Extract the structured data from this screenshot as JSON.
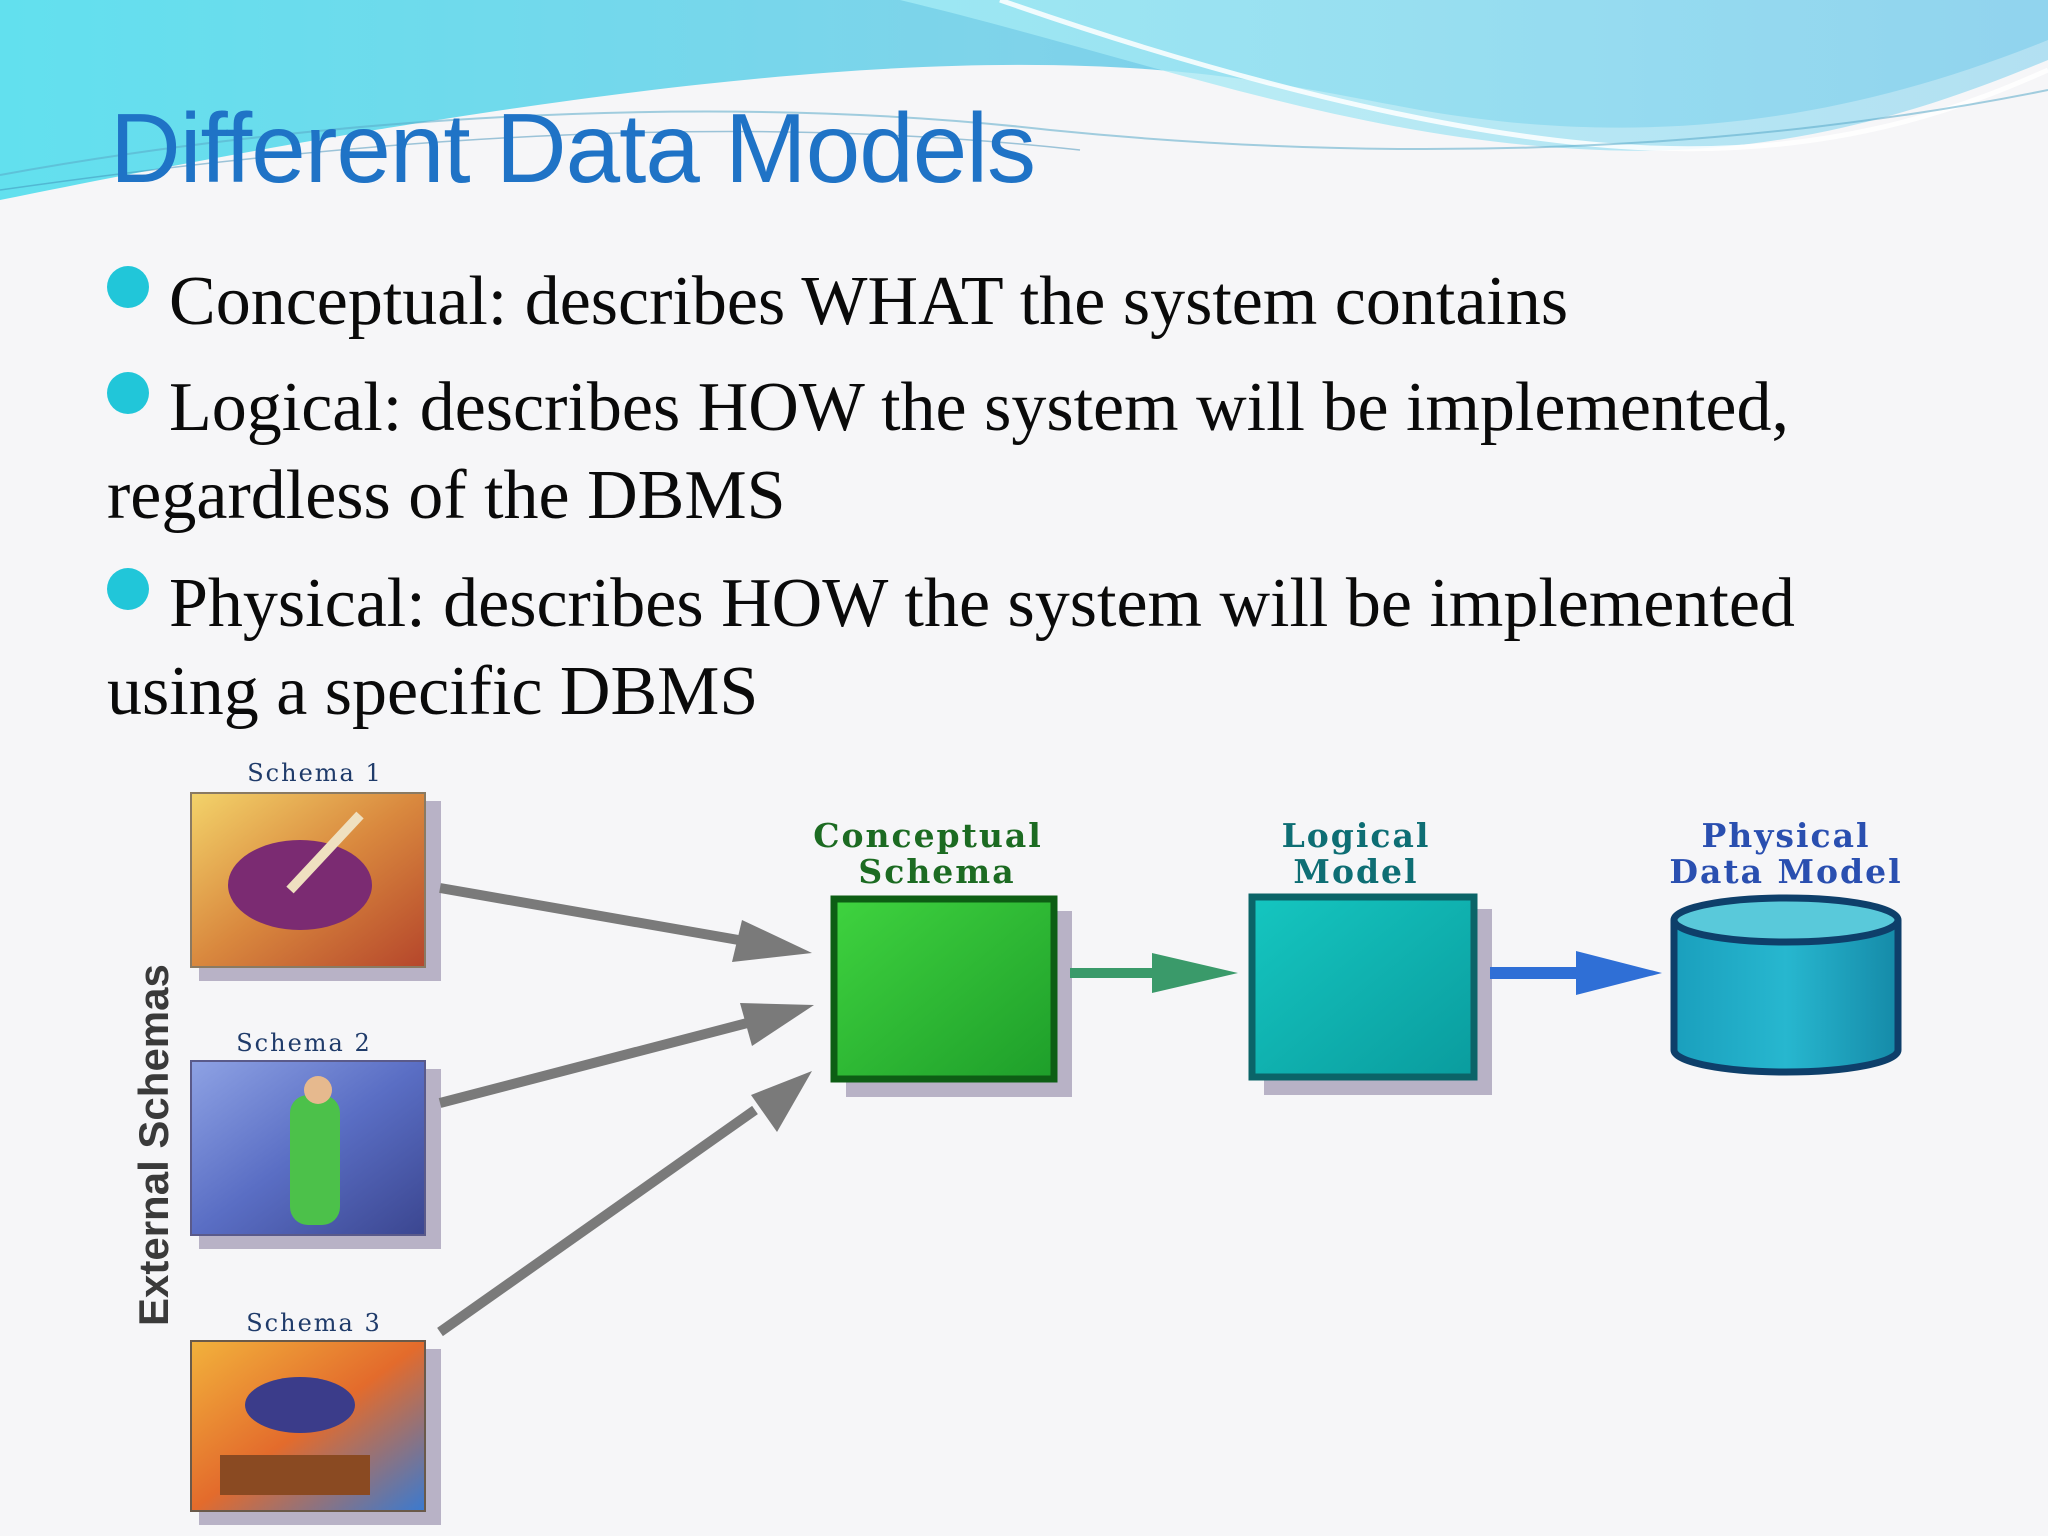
{
  "slide": {
    "title": "Different Data Models",
    "bullets": [
      {
        "text": "Conceptual: describes WHAT the system contains"
      },
      {
        "text": "Logical: describes HOW the system will be implemented, regardless of the DBMS"
      },
      {
        "text": "Physical: describes HOW the system will be implemented using a specific DBMS"
      }
    ]
  },
  "diagram": {
    "external_schemas_label": "External Schemas",
    "schemas": [
      "Schema 1",
      "Schema 2",
      "Schema 3"
    ],
    "conceptual_label_1": "Conceptual",
    "conceptual_label_2": "Schema",
    "logical_label_1": "Logical",
    "logical_label_2": "Model",
    "physical_label_1": "Physical",
    "physical_label_2": "Data Model"
  },
  "colors": {
    "title": "#1f73c6",
    "bullet_dot": "#21c6d9",
    "conceptual_box": "#33c233",
    "logical_box": "#13b5b0",
    "physical_cylinder": "#1aa7c0",
    "arrow_gray": "#7a7a7a",
    "arrow_green": "#3a9a6a",
    "arrow_blue": "#2f6fd6"
  }
}
